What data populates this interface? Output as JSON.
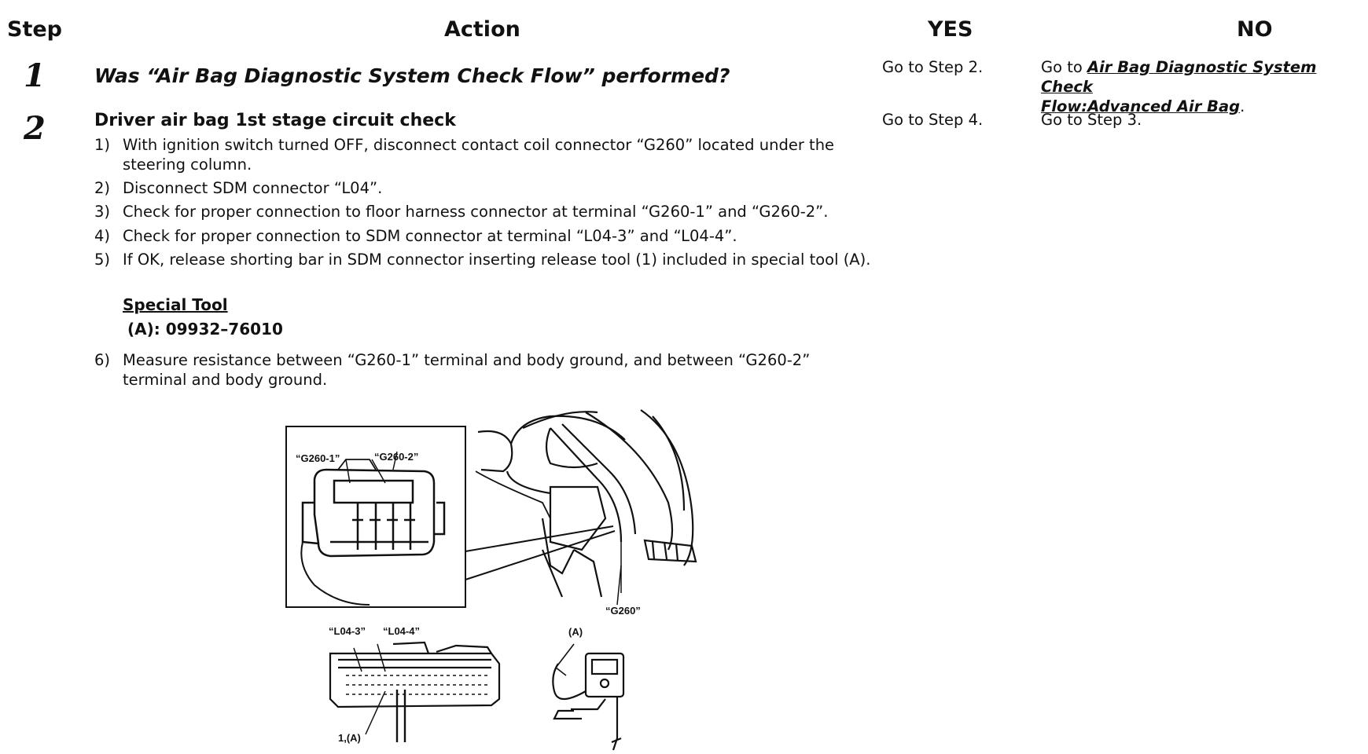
{
  "header": {
    "step": "Step",
    "action": "Action",
    "yes": "YES",
    "no": "NO"
  },
  "step1": {
    "number": "1",
    "question": "Was “Air Bag Diagnostic System Check Flow” performed?",
    "yes_text": "Go to Step 2.",
    "no_prefix": "Go to ",
    "no_link_line1": "Air Bag Diagnostic System Check",
    "no_link_line2": "Flow:Advanced Air Bag",
    "no_suffix": "."
  },
  "step2": {
    "number": "2",
    "title": "Driver air bag 1st stage circuit check",
    "yes_text": "Go to Step 4.",
    "no_text": "Go to Step 3.",
    "items": [
      {
        "n": "1)",
        "text": "With ignition switch turned OFF, disconnect contact coil connector “G260” located under the steering column."
      },
      {
        "n": "2)",
        "text": "Disconnect SDM connector “L04”."
      },
      {
        "n": "3)",
        "text": "Check for proper connection to floor harness connector at terminal “G260-1” and “G260-2”."
      },
      {
        "n": "4)",
        "text": "Check for proper connection to SDM connector at terminal “L04-3” and “L04-4”."
      },
      {
        "n": "5)",
        "text": "If OK, release shorting bar in SDM connector inserting release tool (1) included in special tool (A)."
      },
      {
        "n": "6)",
        "text": "Measure resistance between “G260-1” terminal and body ground, and between “G260-2” terminal and body ground."
      }
    ],
    "special_tool_title": "Special Tool",
    "special_tool_value": "(A): 09932–76010"
  },
  "figure": {
    "label_g260_1": "“G260-1”",
    "label_g260_2": "“G260-2”",
    "label_g260": "“G260”",
    "label_l04_3": "“L04-3”",
    "label_l04_4": "“L04-4”",
    "label_a": "(A)",
    "label_1a": "1,(A)"
  }
}
